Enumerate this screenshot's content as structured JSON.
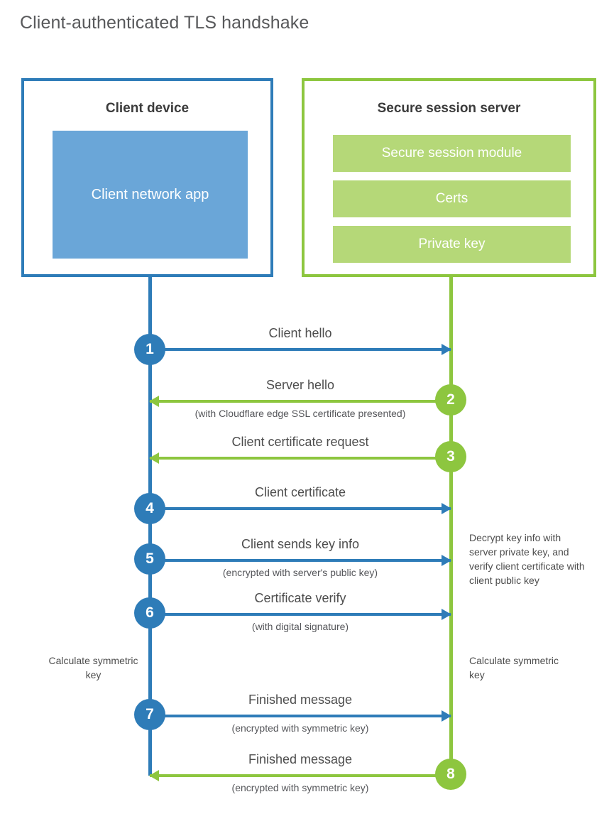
{
  "title": "Client-authenticated TLS handshake",
  "colors": {
    "client_blue": "#2e7cb8",
    "client_app_blue": "#6aa6d8",
    "server_green": "#8dc63f",
    "server_block_green": "#b5d878",
    "text_gray": "#4d4d4d",
    "heading_gray": "#58595b",
    "background": "#ffffff"
  },
  "client": {
    "title": "Client device",
    "app_label": "Client network app"
  },
  "server": {
    "title": "Secure session server",
    "blocks": [
      "Secure session module",
      "Certs",
      "Private key"
    ]
  },
  "steps": [
    {
      "number": "1",
      "direction": "to-server",
      "origin": "client",
      "label": "Client hello",
      "sublabel": ""
    },
    {
      "number": "2",
      "direction": "to-client",
      "origin": "server",
      "label": "Server hello",
      "sublabel": "(with Cloudflare edge SSL certificate presented)"
    },
    {
      "number": "3",
      "direction": "to-client",
      "origin": "server",
      "label": "Client certificate request",
      "sublabel": ""
    },
    {
      "number": "4",
      "direction": "to-server",
      "origin": "client",
      "label": "Client certificate",
      "sublabel": ""
    },
    {
      "number": "5",
      "direction": "to-server",
      "origin": "client",
      "label": "Client sends key info",
      "sublabel": "(encrypted with server's public key)"
    },
    {
      "number": "6",
      "direction": "to-server",
      "origin": "client",
      "label": "Certificate verify",
      "sublabel": "(with digital signature)"
    },
    {
      "number": "7",
      "direction": "to-server",
      "origin": "client",
      "label": "Finished message",
      "sublabel": "(encrypted with symmetric key)"
    },
    {
      "number": "8",
      "direction": "to-client",
      "origin": "server",
      "label": "Finished message",
      "sublabel": "(encrypted with symmetric key)"
    }
  ],
  "annotations": {
    "decrypt": "Decrypt key info with server private key, and verify client certificate with client public key",
    "calculate_client": "Calculate symmetric key",
    "calculate_server": "Calculate symmetric key"
  }
}
